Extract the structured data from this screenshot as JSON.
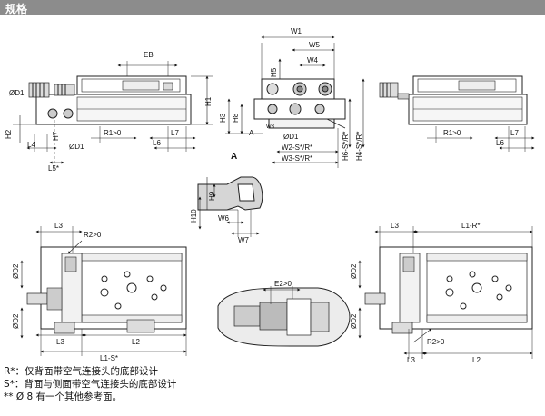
{
  "header": {
    "title": "规格"
  },
  "views": {
    "front_left": {
      "labels": {
        "eb": "EB",
        "od1_top": "ØD1",
        "h1": "H1",
        "h2": "H2",
        "h7": "H7",
        "od1_bottom": "ØD1",
        "l4": "L4",
        "r1": "R1>0",
        "l7": "L7",
        "l6": "L6",
        "l5": "L5*"
      }
    },
    "end_view": {
      "labels": {
        "w1": "W1",
        "w5": "W5",
        "w4": "W4",
        "h5": "H5",
        "h3": "H3",
        "h8": "H8",
        "a": "A",
        "w3_small": "W3",
        "od1": "ØD1",
        "w2": "W2-S*/R*",
        "w3": "W3-S*/R*",
        "h6": "H6-S*/R*",
        "h4": "H4-S*/R*"
      }
    },
    "front_right": {
      "labels": {
        "r1": "R1>0",
        "l7": "L7",
        "l6": "L6"
      }
    },
    "detail_a": {
      "labels": {
        "title": "A",
        "h9": "H9",
        "h10": "H10",
        "w6": "W6",
        "w7": "W7"
      }
    },
    "top_left": {
      "labels": {
        "l3_top": "L3",
        "r2": "R2>0",
        "od2_top": "ØD2",
        "od2_bottom": "ØD2",
        "l3_bottom": "L3",
        "l2": "L2",
        "l1": "L1-S*"
      }
    },
    "detail_e2": {
      "labels": {
        "e2": "E2>0"
      }
    },
    "top_right": {
      "labels": {
        "l3": "L3",
        "l1r": "L1-R*",
        "od2_top": "ØD2",
        "od2_bottom": "ØD2",
        "r2": "R2>0",
        "l3_bottom": "L3",
        "l2": "L2"
      }
    }
  },
  "notes": [
    "R*：仅背面带空气连接头的底部设计",
    "S*：背面与侧面带空气连接头的底部设计",
    "** Ø 8 有一个其他参考面。"
  ]
}
